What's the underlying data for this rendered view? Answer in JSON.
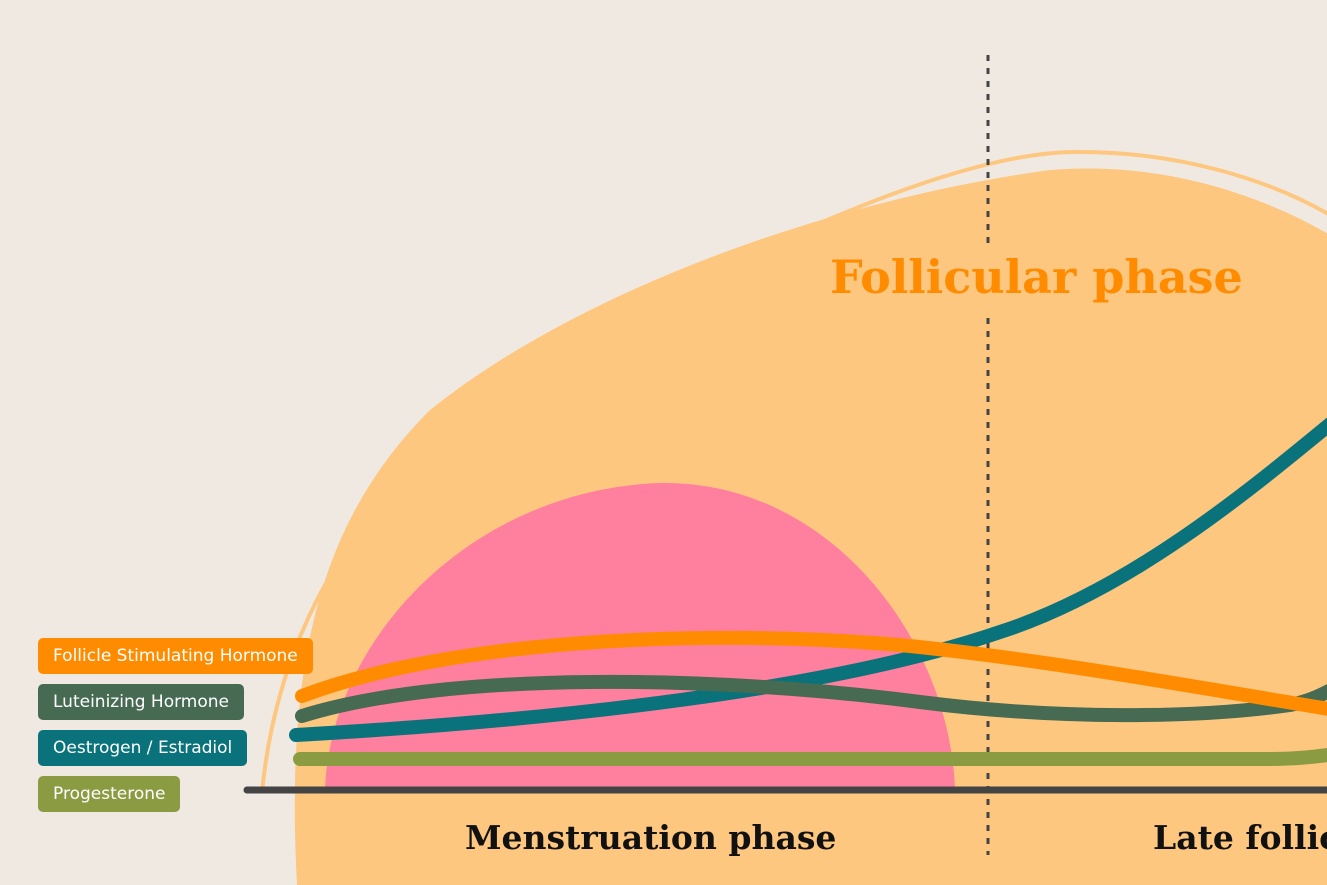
{
  "title": "Follicular phase",
  "phases": {
    "left_label": "Menstruation phase",
    "right_label": "Late follicu"
  },
  "legend": [
    {
      "key": "fsh",
      "label": "Follicle Stimulating Hormone",
      "color": "#ff8c00"
    },
    {
      "key": "lh",
      "label": "Luteinizing Hormone",
      "color": "#476a52"
    },
    {
      "key": "oe",
      "label": "Oestrogen / Estradiol",
      "color": "#0a727b"
    },
    {
      "key": "pg",
      "label": "Progesterone",
      "color": "#8b9b42"
    }
  ],
  "colors": {
    "background": "#f0e9e2",
    "follicular_fill": "#fdc780",
    "follicular_title": "#ff8c00",
    "menstruation_fill": "#ff7f9e",
    "baseline": "#444444",
    "divider": "#444444"
  }
}
